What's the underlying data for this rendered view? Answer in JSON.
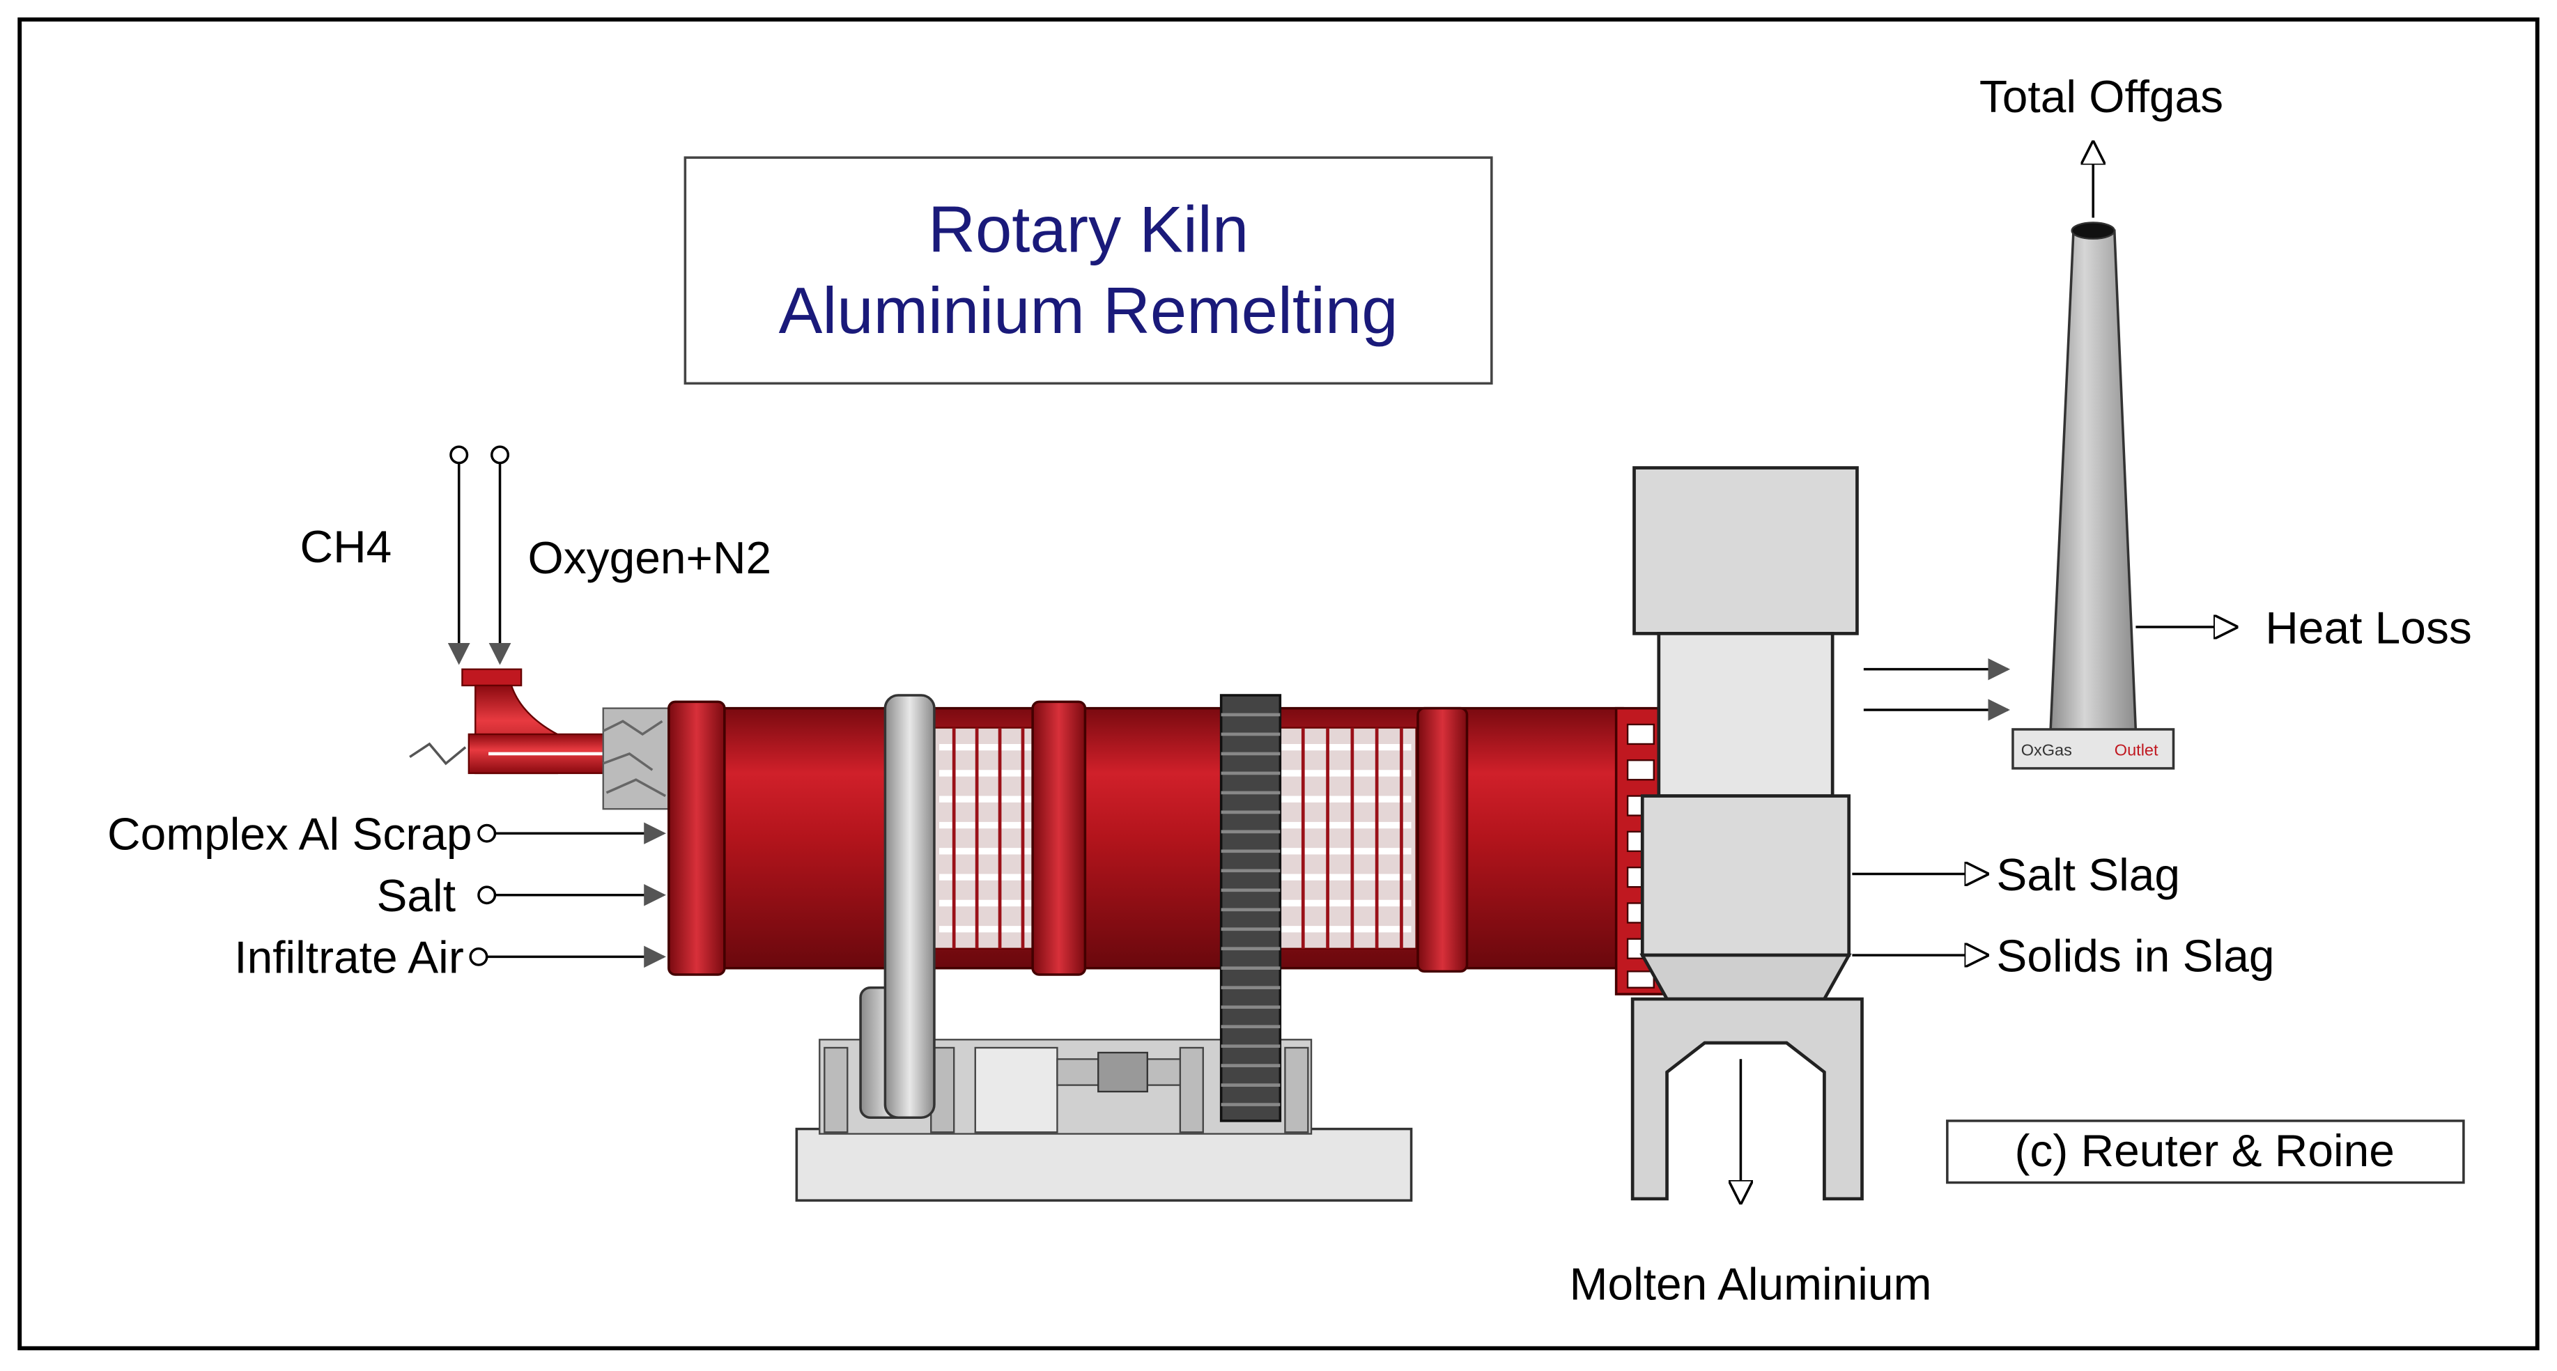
{
  "title": {
    "line1": "Rotary Kiln",
    "line2": "Aluminium Remelting"
  },
  "inputs": {
    "ch4": "CH4",
    "oxygen": "Oxygen+N2",
    "scrap": "Complex Al Scrap",
    "salt": "Salt",
    "air": "Infiltrate Air"
  },
  "outputs": {
    "offgas": "Total Offgas",
    "heat_loss": "Heat Loss",
    "salt_slag": "Salt Slag",
    "solids": "Solids in Slag",
    "molten": "Molten Aluminium"
  },
  "chimney": {
    "plate_left": "OxGas",
    "plate_right": "Outlet"
  },
  "copyright": "(c) Reuter & Roine",
  "colors": {
    "title_text": "#1a1a7a",
    "kiln_red": "#b3141c",
    "kiln_dark": "#7a0a10",
    "metal_grey": "#c8c8c8",
    "outline": "#000000"
  }
}
